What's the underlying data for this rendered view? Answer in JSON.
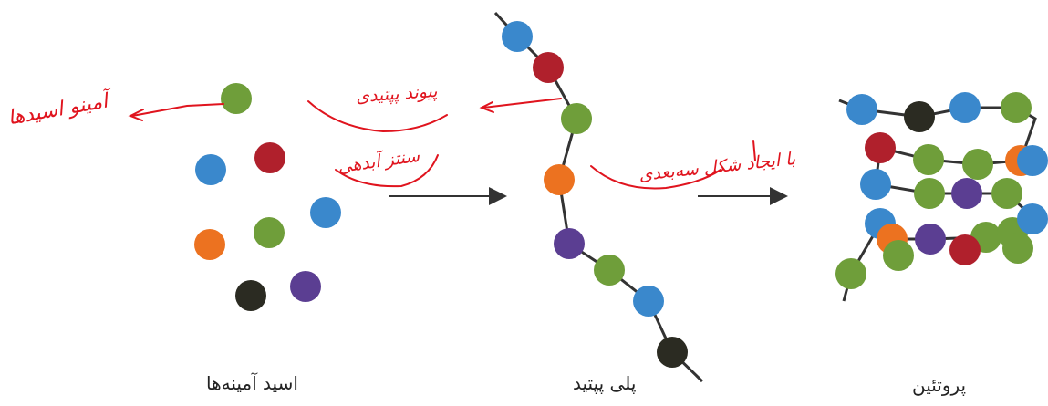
{
  "labels": {
    "amino_acids": "اسید آمینه‌ها",
    "polypeptide": "پلی پپتید",
    "protein": "پروتئین"
  },
  "annotations": {
    "amino_acids": "آمینو اسیدها",
    "peptide_bond": "پیوند پپتیدی",
    "dehydration": "سنتز آبدهی",
    "folding": "با ایجاد شکل سه‌بعدی"
  },
  "colors": {
    "blue": "#3a88cc",
    "red": "#b0202c",
    "green": "#6f9e3a",
    "orange": "#ec7220",
    "purple": "#5b3e92",
    "black": "#2b2b22",
    "chain": "#333333",
    "arrow": "#333333",
    "ink": "#e0141e"
  },
  "stages": [
    {
      "name": "amino-acids",
      "beads": [
        "green",
        "blue",
        "red",
        "blue",
        "orange",
        "green",
        "purple",
        "black"
      ]
    },
    {
      "name": "polypeptide",
      "beads": [
        "blue",
        "red",
        "green",
        "orange",
        "purple",
        "green",
        "blue",
        "black"
      ]
    },
    {
      "name": "protein",
      "rows": [
        [
          "blue",
          "black",
          "blue",
          "green"
        ],
        [
          "red",
          "green",
          "green",
          "orange",
          "blue"
        ],
        [
          "blue",
          "green",
          "purple",
          "green"
        ],
        [
          "blue",
          "orange",
          "purple",
          "green",
          "green",
          "blue"
        ],
        [
          "green",
          "red",
          "green"
        ],
        [
          "green"
        ]
      ]
    }
  ]
}
